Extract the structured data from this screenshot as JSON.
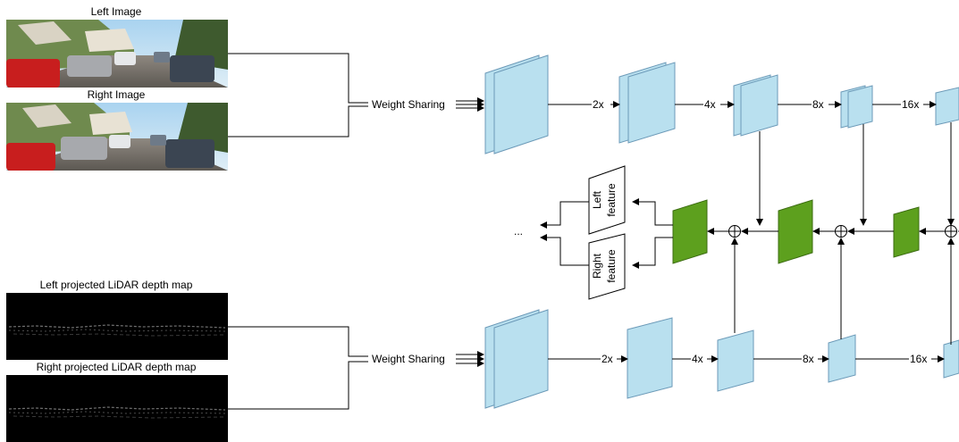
{
  "images": {
    "left_image": "Left Image",
    "right_image": "Right Image",
    "left_lidar": "Left projected LiDAR depth map",
    "right_lidar": "Right projected LiDAR depth map"
  },
  "weight_sharing_top": "Weight Sharing",
  "weight_sharing_bottom": "Weight Sharing",
  "scales_top": [
    "2x",
    "4x",
    "8x",
    "16x"
  ],
  "scales_bottom": [
    "2x",
    "4x",
    "8x",
    "16x"
  ],
  "features": {
    "left": [
      "Left",
      "feature"
    ],
    "right": [
      "Right",
      "feature"
    ]
  },
  "ellipsis": "...",
  "colors": {
    "encoder_block": "#b9e0ef",
    "fusion_block": "#5da01e",
    "sky": "#a9d3f0",
    "road": "#8e8880"
  }
}
